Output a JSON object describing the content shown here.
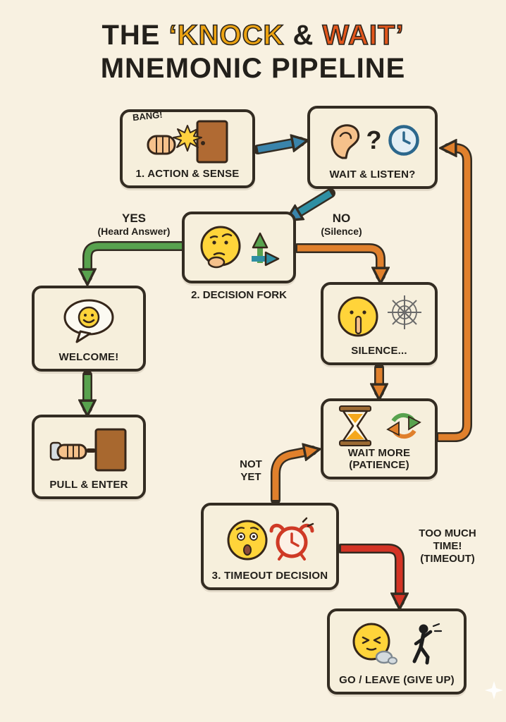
{
  "colors": {
    "background": "#f8f1e1",
    "box_fill": "#f6efdc",
    "box_border": "#332c22",
    "title_dark": "#23201b",
    "knock_yellow": "#eca312",
    "wait_orange": "#e2561b",
    "arrow_blue": "#3a84ab",
    "arrow_teal": "#2f8fa3",
    "arrow_green": "#58a24e",
    "arrow_orange": "#e0802c",
    "arrow_red": "#d43425"
  },
  "title": {
    "the": "THE ",
    "knock": "‘KNOCK",
    "amp": " & ",
    "wait": "WAIT’",
    "line2": "MNEMONIC PIPELINE"
  },
  "boxes": {
    "action_sense": {
      "label": "1. ACTION & SENSE",
      "bang": "BANG!"
    },
    "wait_listen": {
      "label": "WAIT & LISTEN?",
      "question": "?"
    },
    "decision_fork": {
      "label": "2. DECISION FORK"
    },
    "welcome": {
      "label": "WELCOME!"
    },
    "pull_enter": {
      "label": "PULL & ENTER"
    },
    "silence": {
      "label": "SILENCE..."
    },
    "wait_more": {
      "label": "WAIT MORE",
      "sublabel": "(PATIENCE)"
    },
    "timeout_decision": {
      "label": "3. TIMEOUT DECISION"
    },
    "go_leave": {
      "label": "GO / LEAVE (GIVE UP)"
    }
  },
  "edge_labels": {
    "yes": {
      "line1": "YES",
      "line2": "(Heard Answer)"
    },
    "no": {
      "line1": "NO",
      "line2": "(Silence)"
    },
    "not_yet": {
      "line1": "NOT",
      "line2": "YET"
    },
    "too_much": {
      "line1": "TOO MUCH",
      "line2": "TIME!",
      "line3": "(TIMEOUT)"
    }
  },
  "icons": {
    "fist": "knocking fist",
    "burst": "impact burst",
    "door": "wooden door",
    "ear": "listening ear",
    "clock": "wall clock",
    "thinking_face": "thinking face",
    "up_arrow": "green up arrow",
    "right_arrow": "teal right arrow",
    "speech_bubble": "speech bubble with smiley",
    "pulling_hand": "hand pulling door handle",
    "shushing_face": "shushing face",
    "spider_web": "spider web",
    "hourglass": "hourglass",
    "refresh": "circular patience arrows",
    "worried_face": "worried face",
    "alarm_clock": "ringing alarm clock",
    "sigh_face": "exhaling face",
    "walking_person": "person walking away",
    "sparkle": "corner sparkle"
  }
}
